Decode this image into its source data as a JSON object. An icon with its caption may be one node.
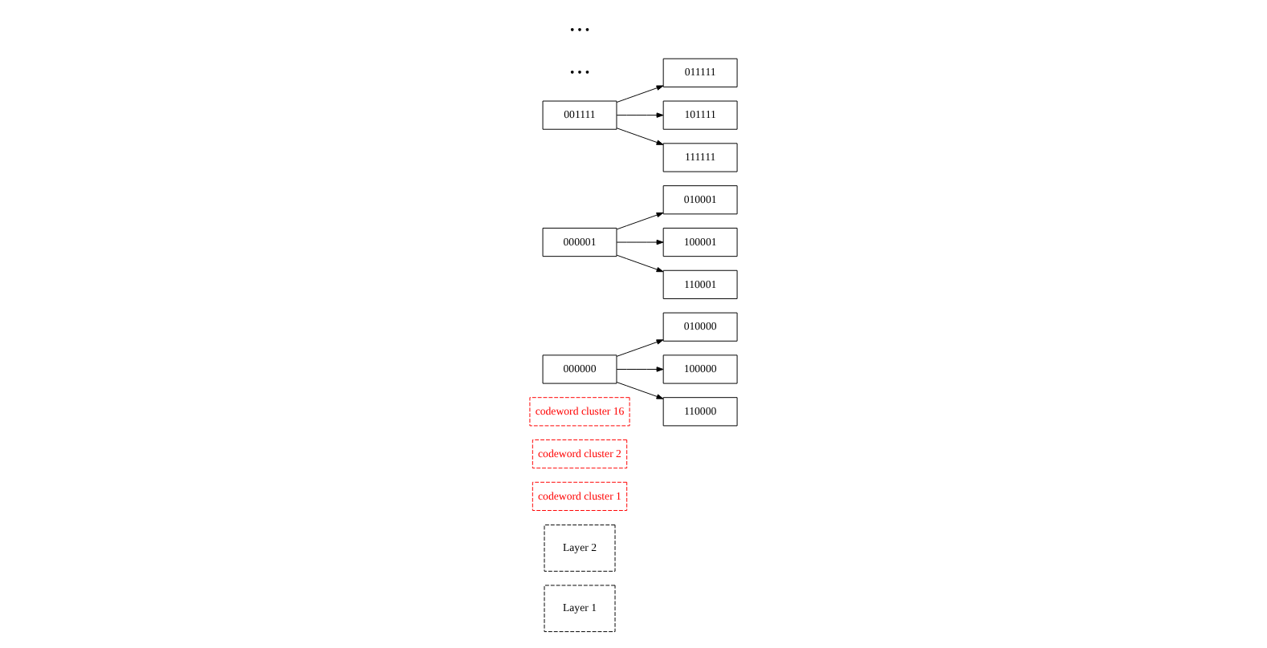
{
  "diagram": {
    "nodes": [
      {
        "text": [
          "Layer 1"
        ]
      },
      {
        "text": [
          "Layer 2"
        ]
      },
      {
        "text": [
          "codeword cluster 1"
        ]
      },
      {
        "text": [
          "codeword cluster 2"
        ]
      },
      {
        "text": [
          "codeword cluster 16"
        ]
      },
      {
        "text": [
          "000000"
        ]
      },
      {
        "text": [
          "010000"
        ]
      },
      {
        "text": [
          "100000"
        ]
      },
      {
        "text": [
          "110000"
        ]
      },
      {
        "text": [
          "000001"
        ]
      },
      {
        "text": [
          "010001"
        ]
      },
      {
        "text": [
          "100001"
        ]
      },
      {
        "text": [
          "110001"
        ]
      },
      {
        "text": [
          "001111"
        ]
      },
      {
        "text": [
          "011111"
        ]
      },
      {
        "text": [
          "101111"
        ]
      },
      {
        "text": [
          "111111"
        ]
      }
    ],
    "edges": [
      {
        "from": 5,
        "to": 6,
        "arrow": "to"
      },
      {
        "from": 5,
        "to": 7,
        "arrow": "to"
      },
      {
        "from": 5,
        "to": 8,
        "arrow": "to"
      },
      {
        "from": 9,
        "to": 10,
        "arrow": "to"
      },
      {
        "from": 9,
        "to": 11,
        "arrow": "to"
      },
      {
        "from": 9,
        "to": 12,
        "arrow": "to"
      },
      {
        "from": 13,
        "to": 14,
        "arrow": "to"
      },
      {
        "from": 13,
        "to": 15,
        "arrow": "to"
      },
      {
        "from": 13,
        "to": 16,
        "arrow": "to"
      }
    ],
    "labels": [
      "• • •",
      "• • •"
    ]
  }
}
